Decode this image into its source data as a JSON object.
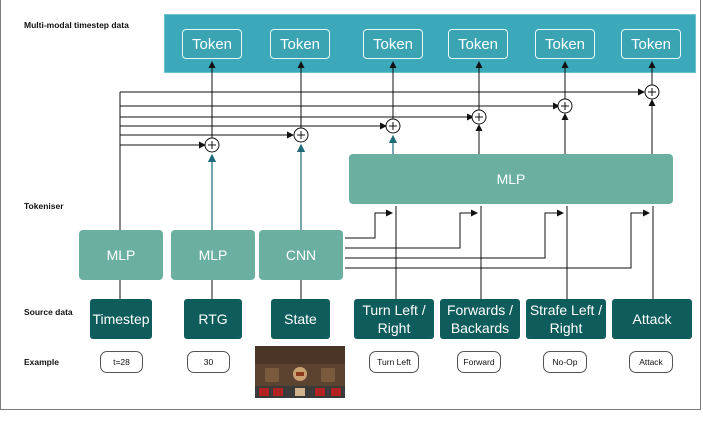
{
  "row_labels": {
    "multimodal": "Multi-modal timestep data",
    "tokeniser": "Tokeniser",
    "source": "Source data",
    "example": "Example"
  },
  "tokens": [
    "Token",
    "Token",
    "Token",
    "Token",
    "Token",
    "Token"
  ],
  "mlp_big": "MLP",
  "encoders": [
    "MLP",
    "MLP",
    "CNN"
  ],
  "sources": {
    "timestep": "Timestep",
    "rtg": "RTG",
    "state": "State",
    "turn_line1": "Turn Left /",
    "turn_line2": "Right",
    "forwards_line1": "Forwards /",
    "forwards_line2": "Backards",
    "strafe_line1": "Strafe Left /",
    "strafe_line2": "Right",
    "attack": "Attack"
  },
  "examples": {
    "timestep": "t=28",
    "rtg": "30",
    "turn": "Turn Left",
    "forward": "Forward",
    "strafe": "No-Op",
    "attack": "Attack"
  },
  "colors": {
    "token_band": "#3ba9b9",
    "token": "#3aa4b3",
    "encoder": "#6aafa0",
    "source": "#0f5c5c",
    "accent_arrow": "#1f6b7a"
  },
  "icons": [
    "plus-circle-icon",
    "arrow-icon"
  ]
}
